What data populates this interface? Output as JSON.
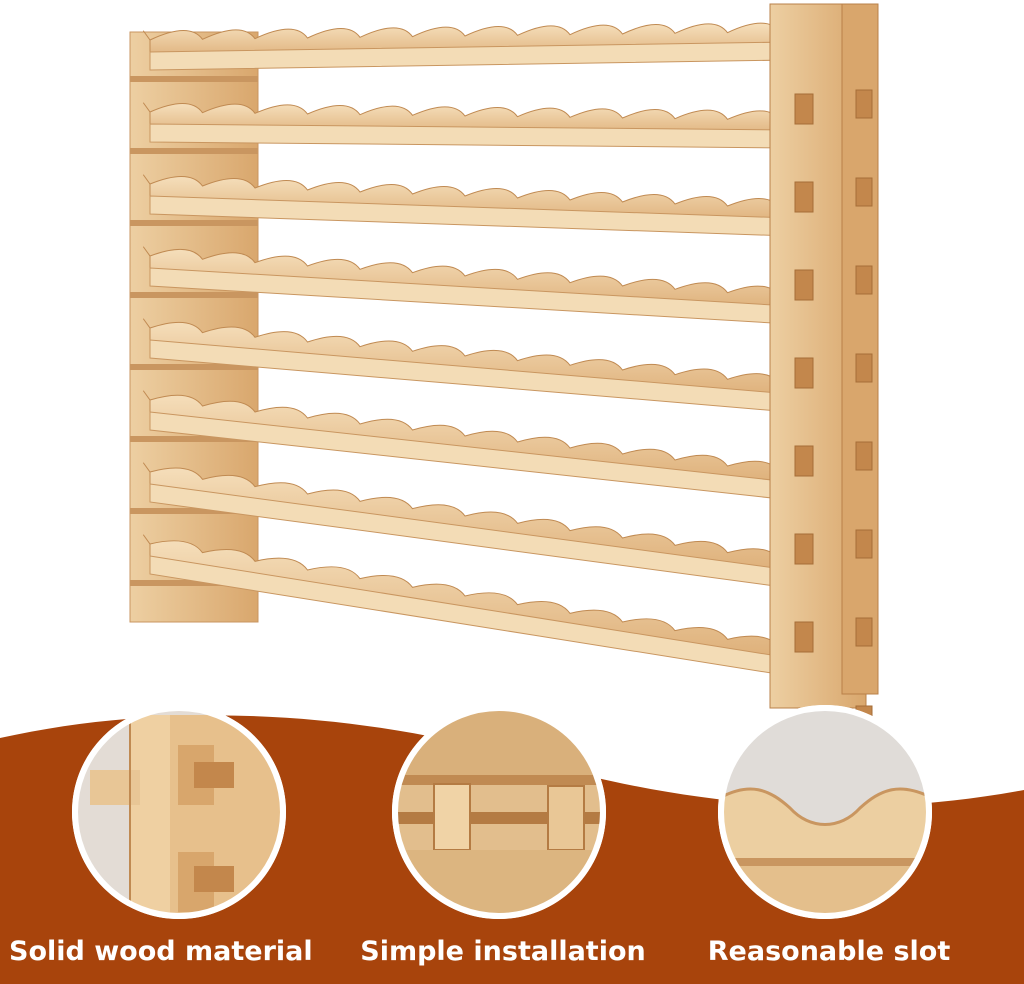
{
  "colors": {
    "background": "#ffffff",
    "banner": "#a8440c",
    "wood_light": "#f2d6ad",
    "wood_mid": "#e3b781",
    "wood_dark": "#c08a52",
    "wood_shadow": "#a9733f",
    "caption_text": "#ffffff",
    "circle_border": "#ffffff"
  },
  "product": {
    "icon": "wine-rack-image",
    "shelf_count": 8
  },
  "features": [
    {
      "label": "Solid wood material",
      "icon": "joint-closeup-image"
    },
    {
      "label": "Simple installation",
      "icon": "tenon-closeup-image"
    },
    {
      "label": "Reasonable slot",
      "icon": "slot-closeup-image"
    }
  ]
}
